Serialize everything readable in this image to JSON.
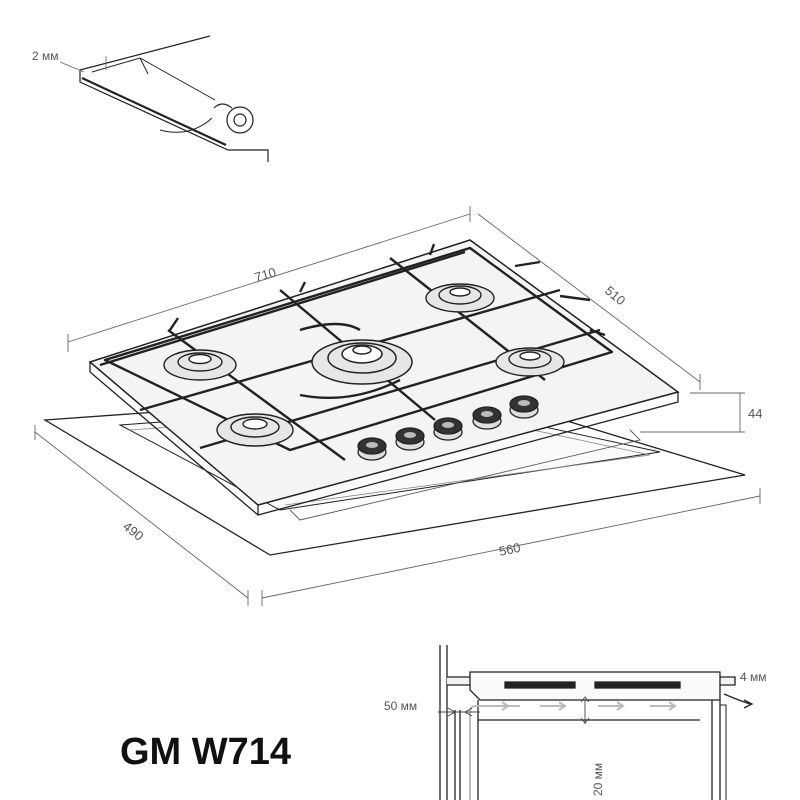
{
  "model_title": "GM W714",
  "dimensions": {
    "width_top": "710",
    "depth_top": "510",
    "height": "44",
    "cutout_depth": "490",
    "cutout_width": "560"
  },
  "seal_detail": {
    "gap_label": "2 мм"
  },
  "ventilation_detail": {
    "side_gap": "50 мм",
    "bottom_gap": "20 мм",
    "rear_gap": "4 мм"
  },
  "colors": {
    "line": "#222222",
    "dim_line": "#666666",
    "arrow": "#bbbbbb",
    "glass": "#f4f4f4"
  }
}
